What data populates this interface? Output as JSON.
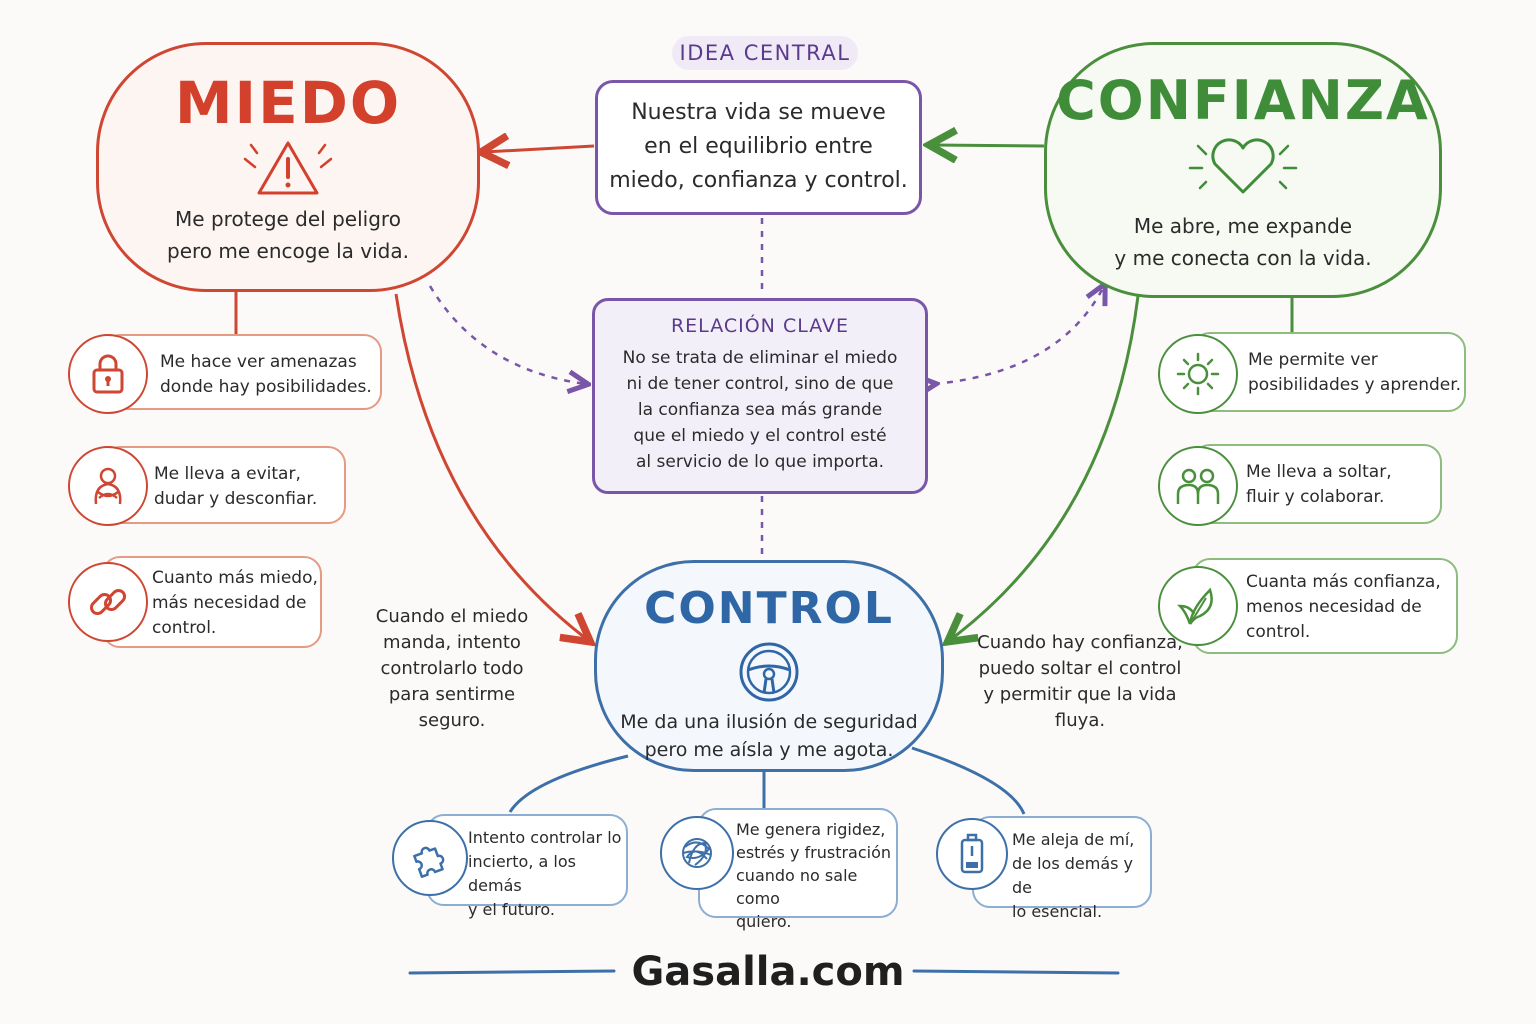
{
  "colors": {
    "miedo": "#cf4632",
    "confianza": "#4a8f3c",
    "control": "#3d6fa8",
    "relacion": "#7a56a8"
  },
  "idea": {
    "tag": "IDEA CENTRAL",
    "lines": [
      "Nuestra vida se mueve",
      "en el equilibrio entre",
      "miedo, confianza y control."
    ]
  },
  "miedo": {
    "title": "MIEDO",
    "icon": "warning-icon",
    "desc": [
      "Me protege del peligro",
      "pero me encoge la vida."
    ],
    "items": [
      {
        "icon": "lock-icon",
        "lines": [
          "Me hace ver amenazas",
          "donde hay posibilidades."
        ]
      },
      {
        "icon": "hugging-self-icon",
        "lines": [
          "Me lleva a evitar,",
          "dudar y desconfiar."
        ]
      },
      {
        "icon": "chain-link-icon",
        "lines": [
          "Cuanto más miedo,",
          "más necesidad de",
          "control."
        ]
      }
    ]
  },
  "confianza": {
    "title": "CONFIANZA",
    "icon": "heart-icon",
    "desc": [
      "Me abre, me expande",
      "y me conecta con la vida."
    ],
    "items": [
      {
        "icon": "sun-icon",
        "lines": [
          "Me permite ver",
          "posibilidades y aprender."
        ]
      },
      {
        "icon": "people-icon",
        "lines": [
          "Me lleva a soltar,",
          "fluir y colaborar."
        ]
      },
      {
        "icon": "leaf-icon",
        "lines": [
          "Cuanta más confianza,",
          "menos necesidad de",
          "control."
        ]
      }
    ]
  },
  "relacion": {
    "title": "RELACIÓN CLAVE",
    "lines": [
      "No se trata de eliminar el miedo",
      "ni de tener control, sino de que",
      "la confianza sea más grande",
      "que el miedo y el control esté",
      "al servicio de lo que importa."
    ]
  },
  "control": {
    "title": "CONTROL",
    "icon": "steering-wheel-icon",
    "desc": [
      "Me da una ilusión de seguridad",
      "pero me aísla y me agota."
    ],
    "items": [
      {
        "icon": "puzzle-icon",
        "lines": [
          "Intento controlar lo",
          "incierto, a los demás",
          "y el futuro."
        ]
      },
      {
        "icon": "tangle-icon",
        "lines": [
          "Me genera rigidez,",
          "estrés y frustración",
          "cuando no sale como",
          "quiero."
        ]
      },
      {
        "icon": "battery-low-icon",
        "lines": [
          "Me aleja de mí,",
          "de los demás y de",
          "lo esencial."
        ]
      }
    ]
  },
  "notes": {
    "left": [
      "Cuando el miedo",
      "manda, intento",
      "controlarlo todo",
      "para sentirme",
      "seguro."
    ],
    "right": [
      "Cuando hay confianza,",
      "puedo soltar el control",
      "y permitir que la vida",
      "fluya."
    ]
  },
  "footer": "Gasalla.com"
}
